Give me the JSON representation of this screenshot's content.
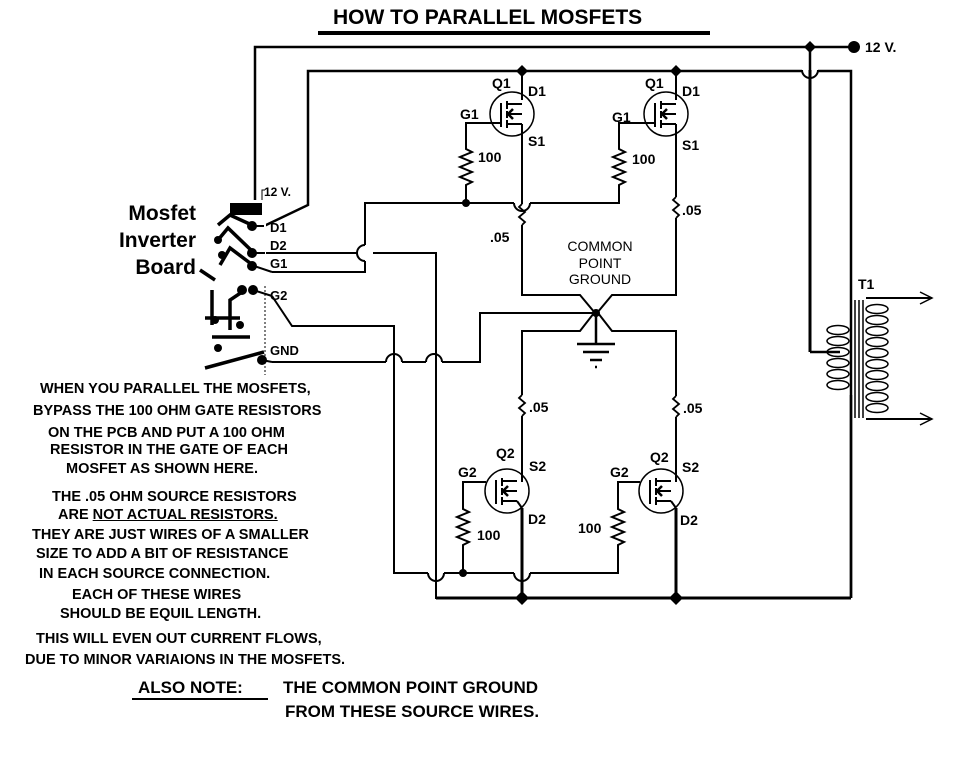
{
  "title": "HOW TO PARALLEL MOSFETS",
  "supply": {
    "label": "12 V."
  },
  "board": {
    "name_lines": [
      "Mosfet",
      "Inverter",
      "Board"
    ],
    "pins": [
      "12 V.",
      "D1",
      "D2",
      "G1",
      "G2",
      "GND"
    ]
  },
  "components": {
    "q1": {
      "ref": "Q1",
      "gate": "G1",
      "drain": "D1",
      "source": "S1"
    },
    "q2": {
      "ref": "Q2",
      "gate": "G2",
      "drain": "D2",
      "source": "S2"
    },
    "gate_resistor": "100",
    "source_resistor": ".05",
    "transformer": "T1",
    "common_ground_lines": [
      "COMMON",
      "POINT",
      "GROUND"
    ]
  },
  "notes": {
    "para1": [
      "WHEN YOU PARALLEL THE MOSFETS,",
      "BYPASS THE 100 OHM GATE RESISTORS",
      "ON THE PCB  AND PUT A 100 OHM",
      "RESISTOR IN THE GATE OF EACH",
      "MOSFET AS SHOWN HERE."
    ],
    "para2_line1": "THE .05 OHM SOURCE RESISTORS",
    "para2_line2_prefix": "ARE ",
    "para2_line2_underlined": "NOT ACTUAL RESISTORS.",
    "para2_rest": [
      "THEY ARE JUST WIRES OF A  SMALLER",
      "SIZE TO ADD A BIT OF RESISTANCE",
      "IN EACH SOURCE CONNECTION."
    ],
    "para3": [
      "EACH OF THESE WIRES",
      "SHOULD BE EQUIL LENGTH."
    ],
    "para4": [
      "THIS WILL EVEN OUT CURRENT FLOWS,",
      "DUE TO MINOR VARIAIONS IN THE MOSFETS."
    ],
    "also_label": "ALSO NOTE:",
    "also_lines": [
      "THE COMMON POINT GROUND",
      "FROM THESE SOURCE WIRES."
    ]
  }
}
